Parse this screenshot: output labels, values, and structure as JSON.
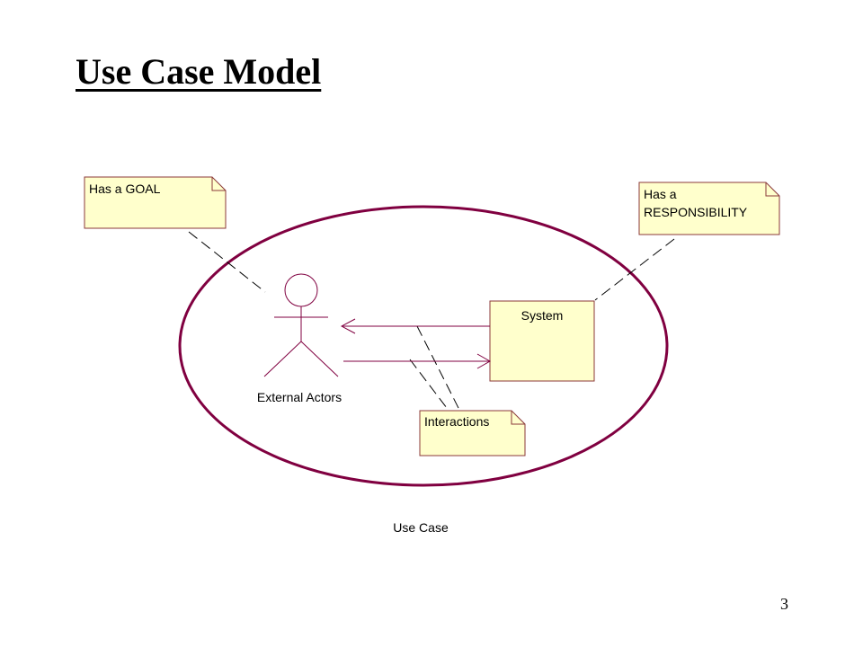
{
  "slide": {
    "title": "Use Case Model",
    "page_number": "3"
  },
  "diagram": {
    "use_case_label": "Use Case",
    "actor_label": "External Actors",
    "system_label": "System",
    "notes": {
      "goal": [
        "Has a GOAL"
      ],
      "responsibility": [
        "Has a",
        "RESPONSIBILITY"
      ],
      "interactions": [
        "Interactions"
      ]
    },
    "colors": {
      "outline": "#800040",
      "note_fill": "#ffffcc",
      "note_stroke": "#8b3a3a"
    }
  }
}
